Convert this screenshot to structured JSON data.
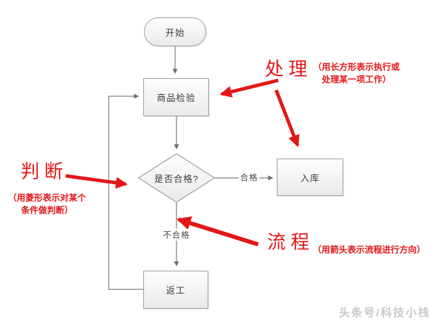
{
  "diagram": {
    "nodes": [
      {
        "id": "start",
        "label": "开始",
        "shape": "terminator"
      },
      {
        "id": "inspect",
        "label": "商品检验",
        "shape": "process"
      },
      {
        "id": "decision",
        "label": "是否合格?",
        "shape": "decision"
      },
      {
        "id": "warehouse",
        "label": "入库",
        "shape": "process"
      },
      {
        "id": "rework",
        "label": "返工",
        "shape": "process"
      }
    ],
    "edge_labels": {
      "pass": "合格",
      "fail": "不合格"
    }
  },
  "annotations": {
    "process": {
      "title": "处理",
      "note_lines": [
        "（用长方形表示执行或",
        "处理某一项工作）"
      ]
    },
    "judge": {
      "title": "判断",
      "note_lines": [
        "（用菱形表示对某个",
        "条件做判断）"
      ]
    },
    "flow": {
      "title": "流程",
      "note_lines": [
        "（用箭头表示流程进行方向）"
      ]
    }
  },
  "watermark": "头条号/科技小栈",
  "colors": {
    "annotation_red": "#e31717",
    "connector_gray": "#7a7a7a",
    "shape_border": "#9e9e9e"
  }
}
